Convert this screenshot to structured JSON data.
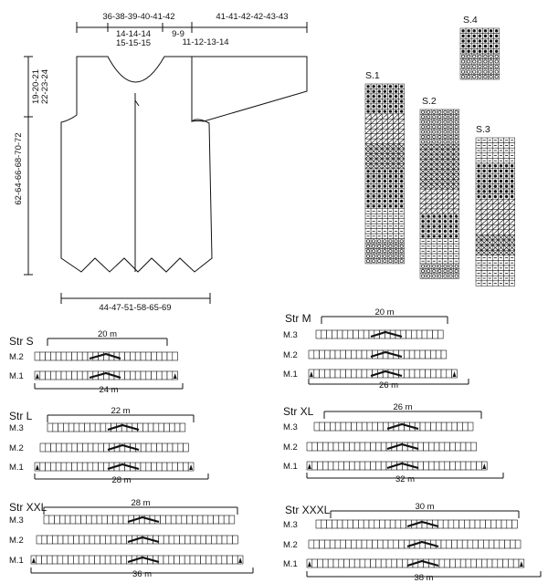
{
  "schematic": {
    "top_left_dim": "36-38-39-40-41-42",
    "top_right_dim": "41-41-42-42-43-43",
    "neck_dim_1": "14-14-14",
    "neck_dim_2": "15-15-15",
    "shoulder_dim_1": "9-9",
    "shoulder_dim_2": "11-12-13-14",
    "armhole_dim_1": "19-20-21",
    "armhole_dim_2": "22-23-24",
    "length_dim": "62-64-66-68-70-72",
    "width_dim": "44-47-51-58-65-69"
  },
  "charts": {
    "s1": "S.1",
    "s2": "S.2",
    "s3": "S.3",
    "s4": "S.4"
  },
  "sizes": [
    {
      "title": "Str S",
      "rows": [
        "M.2",
        "M.1"
      ],
      "top_count": "20 m",
      "bottom_count": "24 m"
    },
    {
      "title": "Str M",
      "rows": [
        "M.3",
        "M.2",
        "M.1"
      ],
      "top_count": "20 m",
      "bottom_count": "26 m"
    },
    {
      "title": "Str L",
      "rows": [
        "M.3",
        "M.2",
        "M.1"
      ],
      "top_count": "22 m",
      "bottom_count": "28 m"
    },
    {
      "title": "Str XL",
      "rows": [
        "M.3",
        "M.2",
        "M.1"
      ],
      "top_count": "26 m",
      "bottom_count": "32 m"
    },
    {
      "title": "Str XXL",
      "rows": [
        "M.3",
        "M.2",
        "M.1"
      ],
      "top_count": "28 m",
      "bottom_count": "36 m"
    },
    {
      "title": "Str XXXL",
      "rows": [
        "M.3",
        "M.2",
        "M.1"
      ],
      "top_count": "30 m",
      "bottom_count": "38 m"
    }
  ]
}
